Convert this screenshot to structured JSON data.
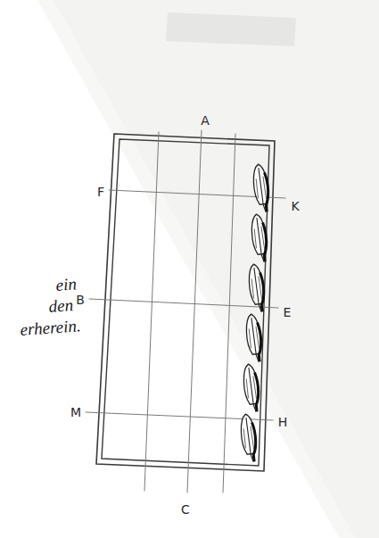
{
  "diagram": {
    "labels": [
      "A",
      "F",
      "K",
      "B",
      "E",
      "M",
      "H",
      "C",
      "ein",
      "den",
      "erherein."
    ]
  }
}
